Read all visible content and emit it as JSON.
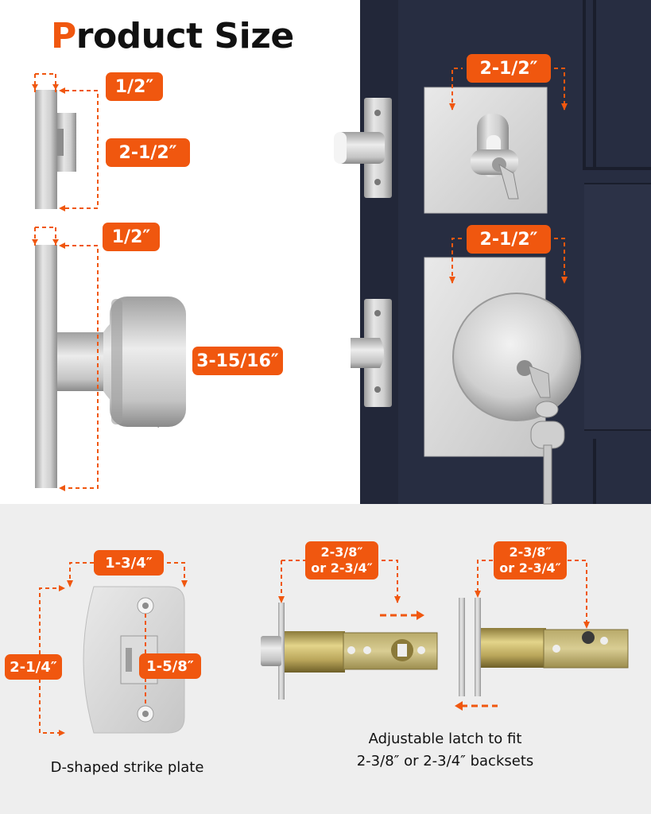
{
  "title": {
    "first_letter": "P",
    "rest": "roduct Size"
  },
  "side_dims": {
    "deadbolt_thickness": "1/2″",
    "deadbolt_height": "2-1/2″",
    "knob_thickness": "1/2″",
    "knob_projection": "3-15/16″"
  },
  "front_dims": {
    "deadbolt_width": "2-1/2″",
    "knob_plate_width": "2-1/2″"
  },
  "strike_plate": {
    "width": "1-3/4″",
    "height": "2-1/4″",
    "hole_spacing": "1-5/8″",
    "caption": "D-shaped strike plate"
  },
  "latch": {
    "backset_1": {
      "line1": "2-3/8″",
      "line2": "or 2-3/4″"
    },
    "backset_2": {
      "line1": "2-3/8″",
      "line2": "or 2-3/4″"
    },
    "caption_line1": "Adjustable latch to fit",
    "caption_line2": "2-3/8″ or 2-3/4″ backsets"
  },
  "colors": {
    "accent": "#f0570f",
    "door": "#272d41",
    "bottom_bg": "#eeeeee",
    "metal": "#c9c9c9"
  }
}
